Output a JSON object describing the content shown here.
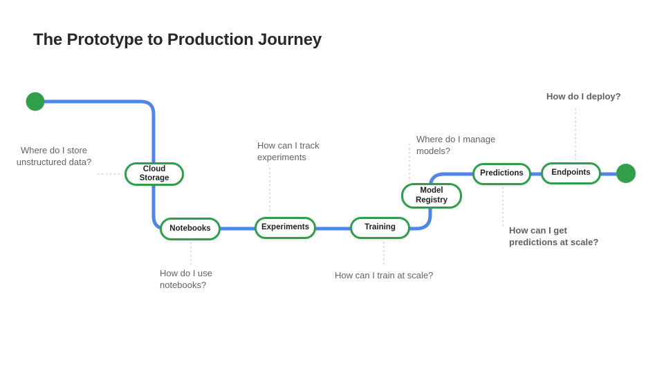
{
  "title": "The Prototype to Production Journey",
  "colors": {
    "path_blue": "#4e86ec",
    "node_border_green": "#2e9e4c",
    "terminal_green": "#2f9f48",
    "connector_gray": "#c7cacd",
    "question_gray": "#5f6368",
    "title_dark": "#26282b"
  },
  "nodes": [
    {
      "label": "Cloud\nStorage"
    },
    {
      "label": "Notebooks"
    },
    {
      "label": "Experiments"
    },
    {
      "label": "Training"
    },
    {
      "label": "Model\nRegistry"
    },
    {
      "label": "Predictions"
    },
    {
      "label": "Endpoints"
    }
  ],
  "questions": [
    {
      "text": "Where do I store\nunstructured data?"
    },
    {
      "text": "How can I track\nexperiments"
    },
    {
      "text": "Where do I manage\nmodels?"
    },
    {
      "text": "How do I deploy?"
    },
    {
      "text": "How do I use\nnotebooks?"
    },
    {
      "text": "How can I train at scale?"
    },
    {
      "text": "How can I get\npredictions at scale?"
    }
  ]
}
